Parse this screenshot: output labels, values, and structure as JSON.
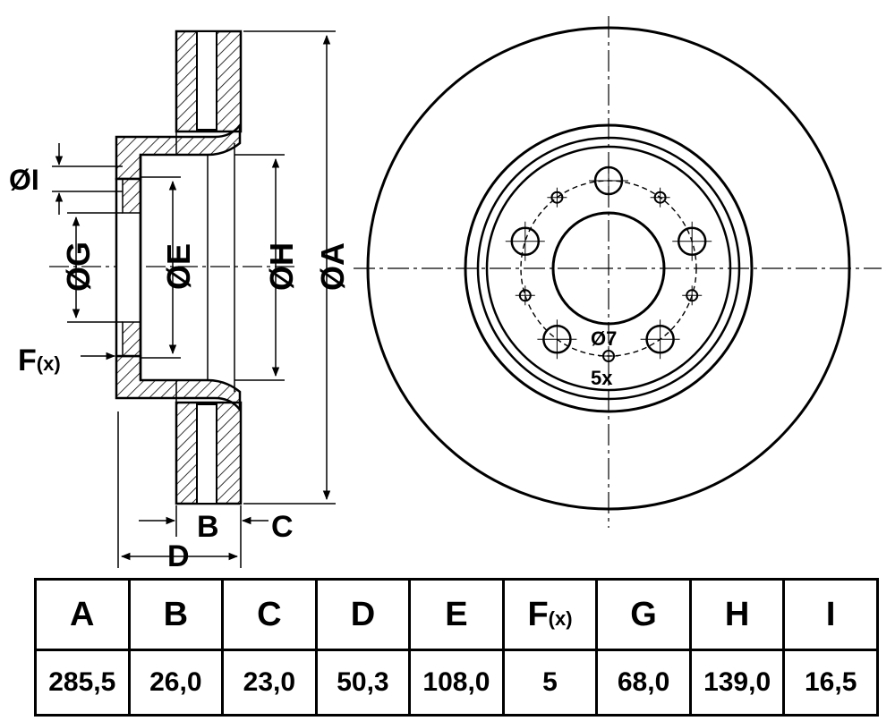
{
  "drawing": {
    "labels": {
      "A": "ØA",
      "H": "ØH",
      "E": "ØE",
      "G": "ØG",
      "I": "ØI",
      "F_main": "F",
      "F_sub": "(x)",
      "B": "B",
      "C": "C",
      "D": "D",
      "bolt_dia": "Ø7",
      "bolt_count": "5x"
    }
  },
  "table": {
    "headers": [
      {
        "key": "A",
        "label": "A"
      },
      {
        "key": "B",
        "label": "B"
      },
      {
        "key": "C",
        "label": "C"
      },
      {
        "key": "D",
        "label": "D"
      },
      {
        "key": "E",
        "label": "E"
      },
      {
        "key": "F",
        "label": "F",
        "sub": "(x)"
      },
      {
        "key": "G",
        "label": "G"
      },
      {
        "key": "H",
        "label": "H"
      },
      {
        "key": "I",
        "label": "I"
      }
    ],
    "values": [
      "285,5",
      "26,0",
      "23,0",
      "50,3",
      "108,0",
      "5",
      "68,0",
      "139,0",
      "16,5"
    ]
  }
}
